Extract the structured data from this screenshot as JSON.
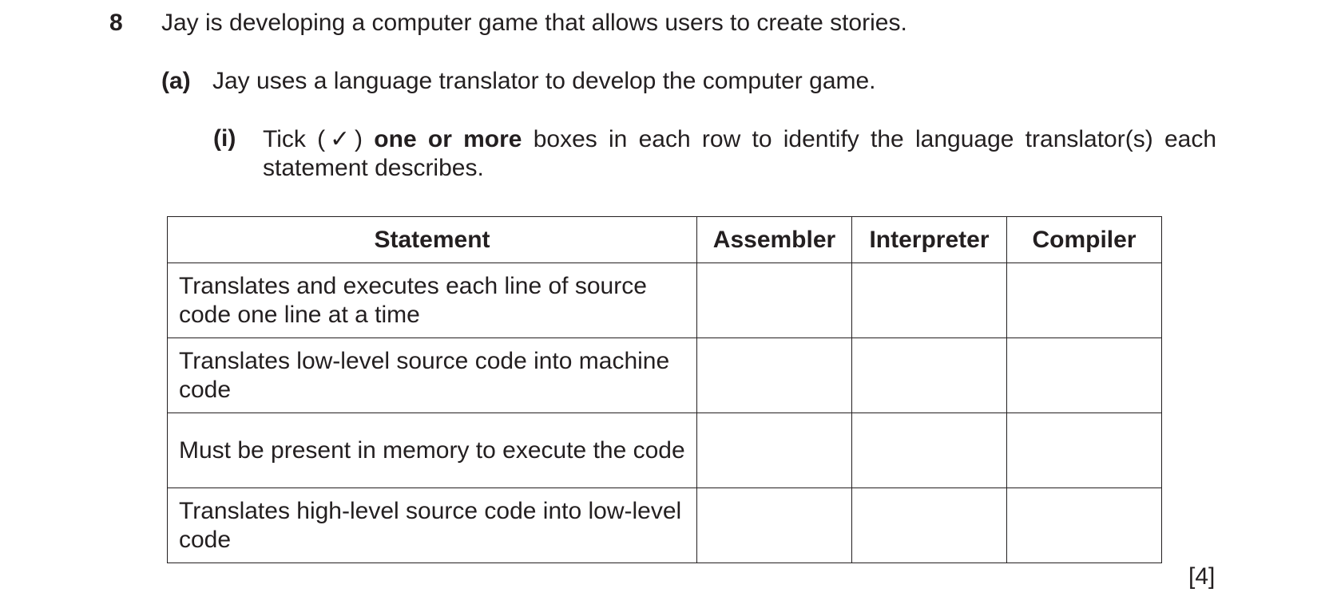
{
  "question": {
    "number": "8",
    "text": "Jay is developing a computer game that allows users to create stories."
  },
  "part_a": {
    "label": "(a)",
    "text": "Jay uses a language translator to develop the computer game."
  },
  "part_i": {
    "label": "(i)",
    "text_before": "Tick (✓) ",
    "text_bold": "one or more",
    "text_after": " boxes in each row to identify the language translator(s) each statement describes."
  },
  "table": {
    "headers": [
      "Statement",
      "Assembler",
      "Interpreter",
      "Compiler"
    ],
    "rows": [
      {
        "statement": "Translates and executes each line of source code one line at a time"
      },
      {
        "statement": "Translates low-level source code into machine code"
      },
      {
        "statement": "Must be present in memory to execute the code"
      },
      {
        "statement": "Translates high-level source code into low-level code"
      }
    ]
  },
  "marks": "[4]"
}
